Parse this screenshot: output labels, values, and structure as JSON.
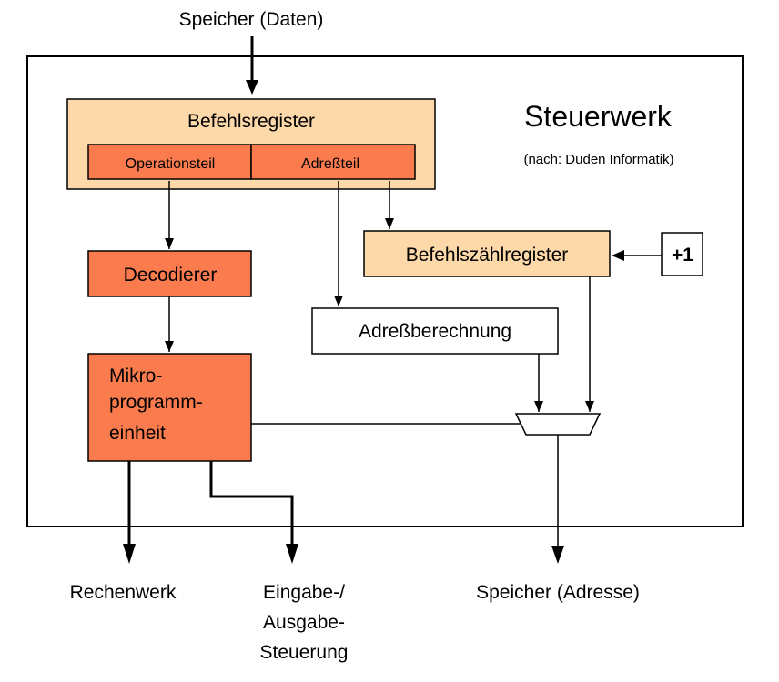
{
  "labels": {
    "memory_data": "Speicher (Daten)",
    "title": "Steuerwerk",
    "source": "(nach: Duden Informatik)",
    "instruction_register": "Befehlsregister",
    "operation_part": "Operationsteil",
    "address_part": "Adreßteil",
    "decoder": "Decodierer",
    "program_counter": "Befehlszählregister",
    "plus_one": "+1",
    "address_calc": "Adreßberechnung",
    "micro_line1": "Mikro-",
    "micro_line2": "programm-",
    "micro_line3": "einheit",
    "alu": "Rechenwerk",
    "io_line1": "Eingabe-/",
    "io_line2": "Ausgabe-",
    "io_line3": "Steuerung",
    "memory_address": "Speicher (Adresse)"
  },
  "colors": {
    "light_orange": "#fdd8a8",
    "orange": "#fa7c4e",
    "white": "#ffffff",
    "stroke": "#000000"
  }
}
